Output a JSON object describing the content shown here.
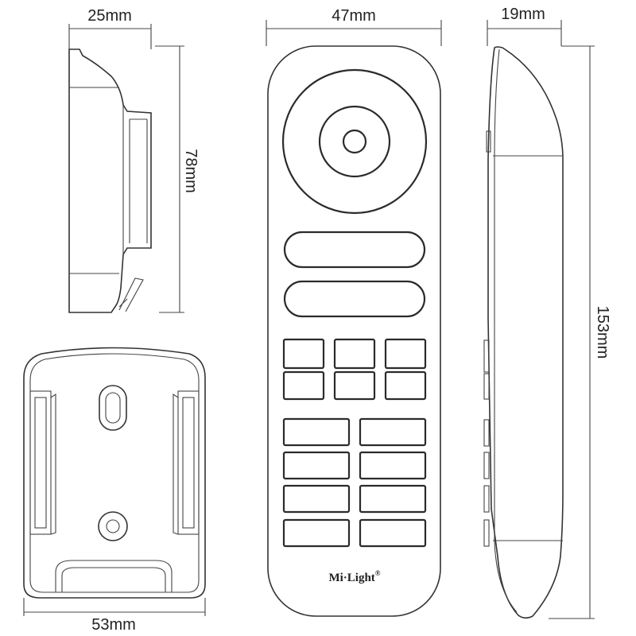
{
  "dimensions": {
    "holder_side_depth": "25mm",
    "holder_height": "78mm",
    "holder_width": "53mm",
    "remote_width": "47mm",
    "remote_depth": "19mm",
    "remote_length": "153mm"
  },
  "remote": {
    "brand": "Mi·Light",
    "trademark": "®",
    "buttons": {
      "color_wheel": 1,
      "long_sliders": 2,
      "small_buttons": 6,
      "wide_buttons": 8
    }
  }
}
